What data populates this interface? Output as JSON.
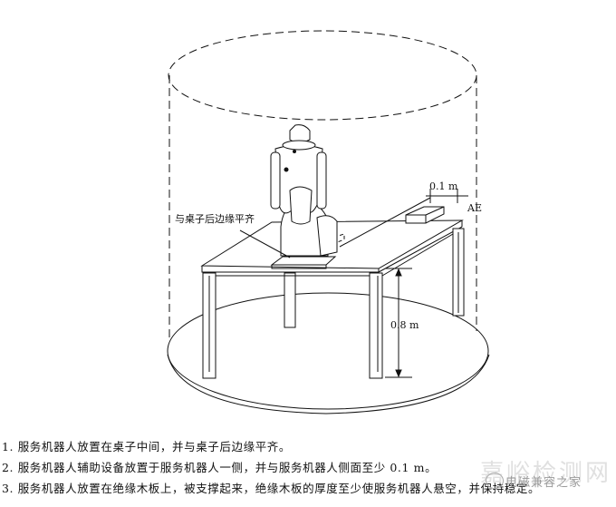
{
  "diagram": {
    "labels": {
      "align_edge": "与桌子后边缘平齐",
      "distance_ae": "0.1 m",
      "ae": "AE",
      "table_height": "0.8 m"
    },
    "colors": {
      "line": "#111111",
      "background": "#ffffff"
    }
  },
  "notes": [
    {
      "text": "1. 服务机器人放置在桌子中间，并与桌子后边缘平齐。"
    },
    {
      "text": "2. 服务机器人辅助设备放置于服务机器人一侧，并与服务机器人侧面至少 0.1 m。"
    },
    {
      "text": "3. 服务机器人放置在绝缘木板上，被支撑起来，绝缘木板的厚度至少使服务机器人悬空，并保持稳定。"
    }
  ],
  "watermark": {
    "main": "嘉峪检测网",
    "sub": "电磁兼容之家"
  }
}
